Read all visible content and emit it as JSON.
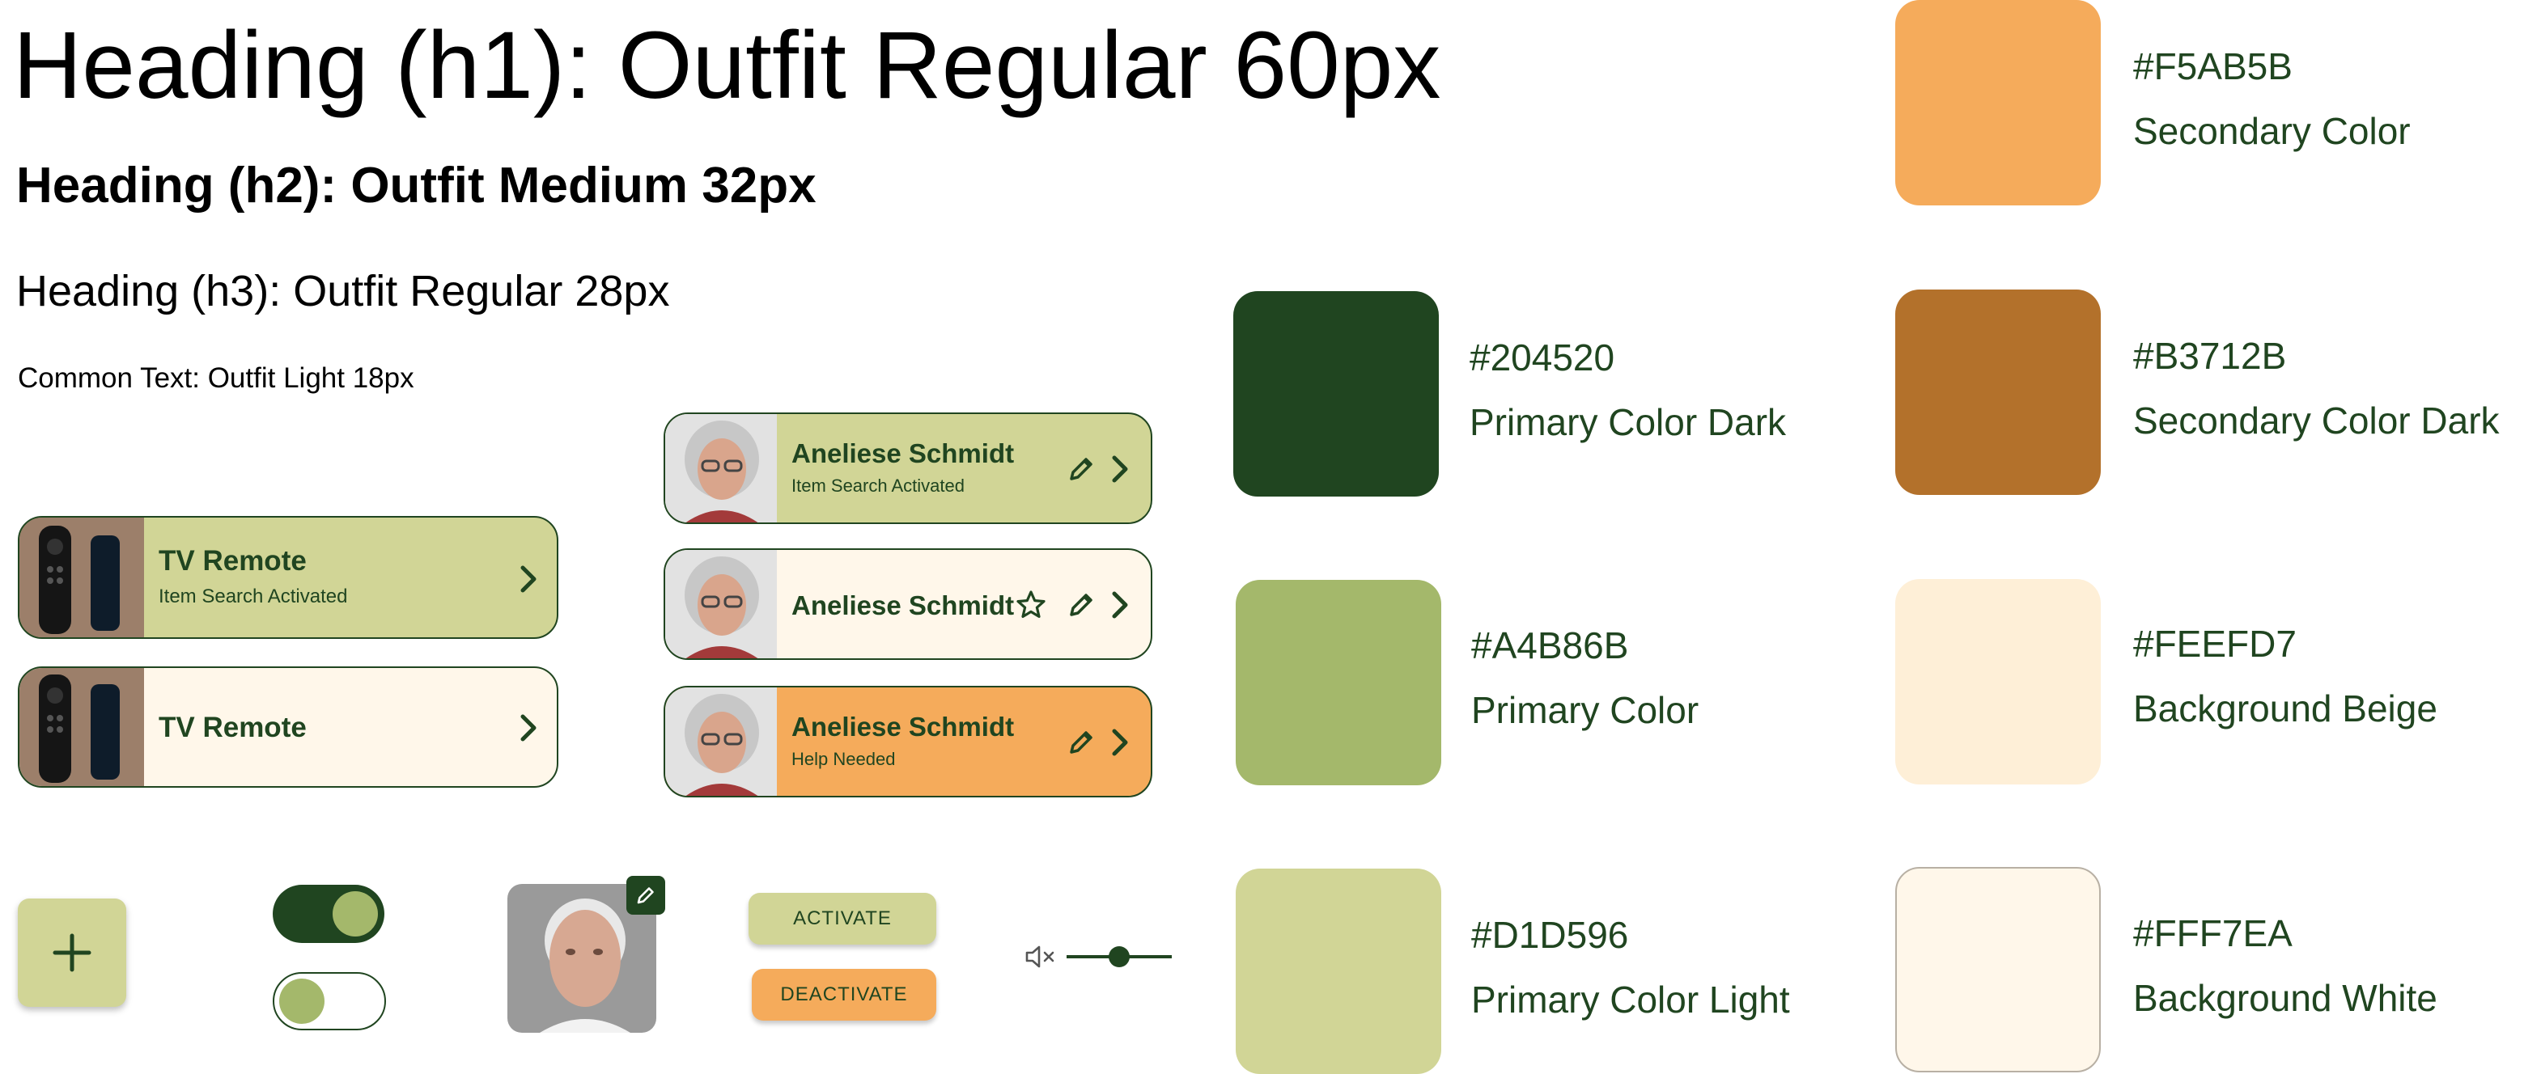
{
  "typography": {
    "h1": "Heading (h1): Outfit Regular 60px",
    "h2": "Heading (h2): Outfit Medium 32px",
    "h3": "Heading (h3): Outfit Regular 28px",
    "common": "Common Text: Outfit Light 18px"
  },
  "item_cards": [
    {
      "title": "TV Remote",
      "subtitle": "Item Search Activated",
      "style": "light",
      "icons": [
        "chevron-right-icon"
      ]
    },
    {
      "title": "TV Remote",
      "subtitle": "",
      "style": "white",
      "icons": [
        "chevron-right-icon"
      ]
    }
  ],
  "person_cards": [
    {
      "title": "Aneliese Schmidt",
      "subtitle": "Item Search Activated",
      "style": "light",
      "icons": [
        "pencil-icon",
        "chevron-right-icon"
      ]
    },
    {
      "title": "Aneliese Schmidt",
      "subtitle": "",
      "style": "white",
      "icons": [
        "star-icon",
        "pencil-icon",
        "chevron-right-icon"
      ]
    },
    {
      "title": "Aneliese Schmidt",
      "subtitle": "Help Needed",
      "style": "orange",
      "icons": [
        "pencil-icon",
        "chevron-right-icon"
      ]
    }
  ],
  "controls": {
    "fab_icon": "plus-icon",
    "toggle_on": true,
    "toggle_off": false,
    "activate_label": "ACTIVATE",
    "deactivate_label": "DEACTIVATE",
    "volume_icon": "mute-icon",
    "volume_level": 0.5
  },
  "swatches": [
    {
      "hex": "#F5AB5B",
      "name": "Secondary Color"
    },
    {
      "hex": "#204520",
      "name": "Primary Color Dark"
    },
    {
      "hex": "#B3712B",
      "name": "Secondary Color Dark"
    },
    {
      "hex": "#A4B86B",
      "name": "Primary Color"
    },
    {
      "hex": "#FEEFD7",
      "name": "Background Beige"
    },
    {
      "hex": "#D1D596",
      "name": "Primary Color Light"
    },
    {
      "hex": "#FFF7EA",
      "name": "Background White"
    }
  ]
}
